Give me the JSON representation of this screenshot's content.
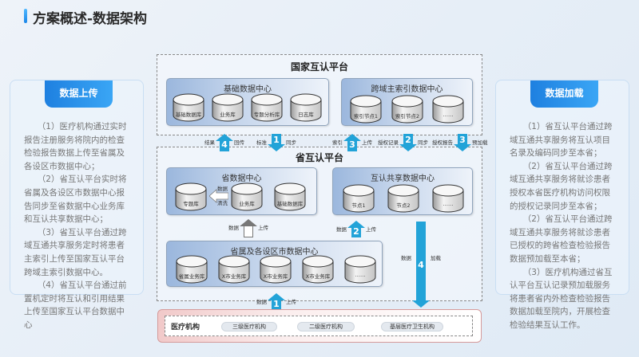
{
  "header": {
    "title": "方案概述-数据架构"
  },
  "left_panel": {
    "title": "数据上传",
    "items": [
      "（1）医疗机构通过实时报告注册服务将院内的检查检验报告数据上传至省属及各设区市数据中心；",
      "（2）省互认平台实时将省属及各设区市数据中心报告同步至省数据中心业务库和互认共享数据中心；",
      "（3）省互认平台通过跨域互通共享服务定时将患者主索引上传至国家互认平台跨域主索引数据中心。",
      "（4）省互认平台通过前置机定时将互认和引用结果上传至国家互认平台数据中心"
    ]
  },
  "right_panel": {
    "title": "数据加载",
    "items": [
      "（1）省互认平台通过跨域互通共享服务将互认项目名录及编码同步至本省；",
      "（2）省互认平台通过跨域互通共享服务将就诊患者授权本省医疗机构访问权限的授权记录同步至本省；",
      "（2）省互认平台通过跨域互通共享服务将就诊患者已授权的跨省检查检验报告数据预加载至本省；",
      "（3）医疗机构通过省互认平台互认记录预加载服务将患者省内外检查检验报告数据加载至院内，开展检查检验结果互认工作。"
    ]
  },
  "national": {
    "title": "国家互认平台",
    "basic_dc": {
      "title": "基础数据中心",
      "dbs": [
        "基础数据库",
        "业务库",
        "专题分析库",
        "日志库"
      ]
    },
    "index_dc": {
      "title": "跨域主索引数据中心",
      "dbs": [
        "索引节点1",
        "索引节点2",
        "……"
      ]
    }
  },
  "province": {
    "title": "省互认平台",
    "prov_dc": {
      "title": "省数据中心",
      "dbs": [
        "专题库",
        "业务库",
        "基础数据库"
      ],
      "etl_top": "数据",
      "etl_bottom": "清洗"
    },
    "share_dc": {
      "title": "互认共享数据中心",
      "dbs": [
        "节点1",
        "节点2",
        "……"
      ]
    },
    "city_dc": {
      "title": "省属及各设区市数据中心",
      "dbs": [
        "省属业务库",
        "X市业务库",
        "X市业务库",
        "X市业务库",
        "……"
      ]
    }
  },
  "arrows": [
    {
      "num": "4",
      "left": "结果",
      "right": "回传",
      "dir": "up"
    },
    {
      "num": "1",
      "left": "标准",
      "right": "同步",
      "dir": "down"
    },
    {
      "num": "3",
      "left": "索引",
      "right": "上传",
      "dir": "up"
    },
    {
      "num": "2",
      "left": "授权记录",
      "right": "同步",
      "dir": "down"
    },
    {
      "num": "3",
      "left": "授权报告",
      "right": "预加载",
      "dir": "down"
    },
    {
      "num": "",
      "left": "数据",
      "right": "上传",
      "dir": "up"
    },
    {
      "num": "2",
      "left": "数据",
      "right": "上传",
      "dir": "up"
    },
    {
      "num": "1",
      "left": "数据",
      "right": "上传",
      "dir": "up"
    },
    {
      "num": "4",
      "left": "数据",
      "right": "加载",
      "dir": "down"
    }
  ],
  "medical": {
    "label": "医疗机构",
    "types": [
      "三级医疗机构",
      "二级医疗机构",
      "基层医疗卫生机构"
    ]
  },
  "colors": {
    "accent": "#22a3d8",
    "header_blue": "#1e80e0"
  }
}
